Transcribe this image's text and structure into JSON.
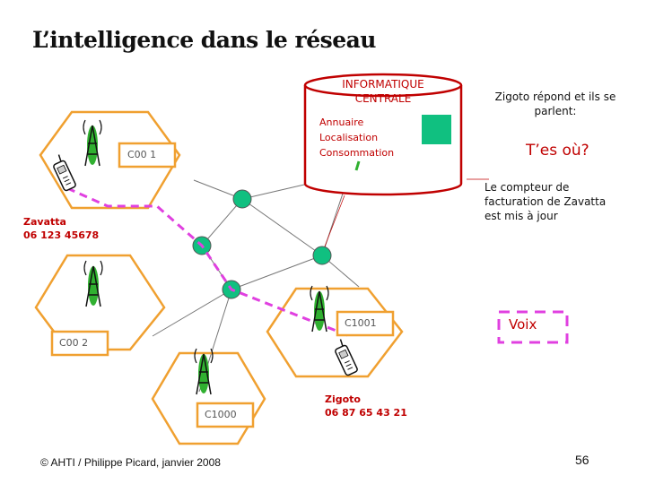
{
  "slide": {
    "title": "L’intelligence dans le réseau",
    "footer": "© AHTI / Philippe Picard, janvier 2008",
    "page_number": "56"
  },
  "central": {
    "title_line1": "INFORMATIQUE",
    "title_line2": "CENTRALE",
    "functions": [
      "Annuaire",
      "Localisation",
      "Consommation"
    ]
  },
  "switches": {
    "coo1": "C00 1",
    "coo2": "C00 2",
    "c1001": "C1001",
    "c1000": "C1000"
  },
  "subscribers": {
    "zavatta_name": "Zavatta",
    "zavatta_number": "06 123 45678",
    "zigoto_name": "Zigoto",
    "zigoto_number": "06 87 65 43 21"
  },
  "notes": {
    "zigoto_reply": "Zigoto répond et ils se parlent:",
    "tes_ou": "T’es où?",
    "billing": "Le compteur de facturation de Zavatta est mis à jour",
    "voix": "Voix"
  },
  "colors": {
    "cell_border": "#f0a030",
    "network_node": "#10c080",
    "signal_path": "#e040e0",
    "antenna": "#30b030",
    "label_red": "#c00000"
  }
}
